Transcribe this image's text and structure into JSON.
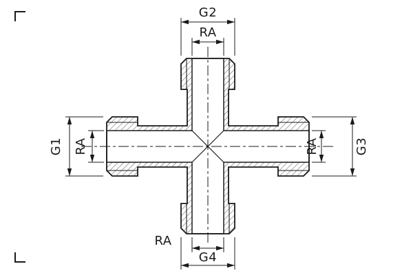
{
  "page": {
    "background": "#ffffff",
    "line_color": "#1a1a1a",
    "hatch_color": "#3a3a3a"
  },
  "drawing": {
    "kind": "technical-section-drawing",
    "part": "cross-fitting-4-way",
    "labels": {
      "g2": "G2",
      "ra_top": "RA",
      "g1": "G1",
      "ra_left": "RA",
      "ra_right": "RA",
      "g3": "G3",
      "ra_bottom": "RA",
      "g4": "G4"
    }
  }
}
